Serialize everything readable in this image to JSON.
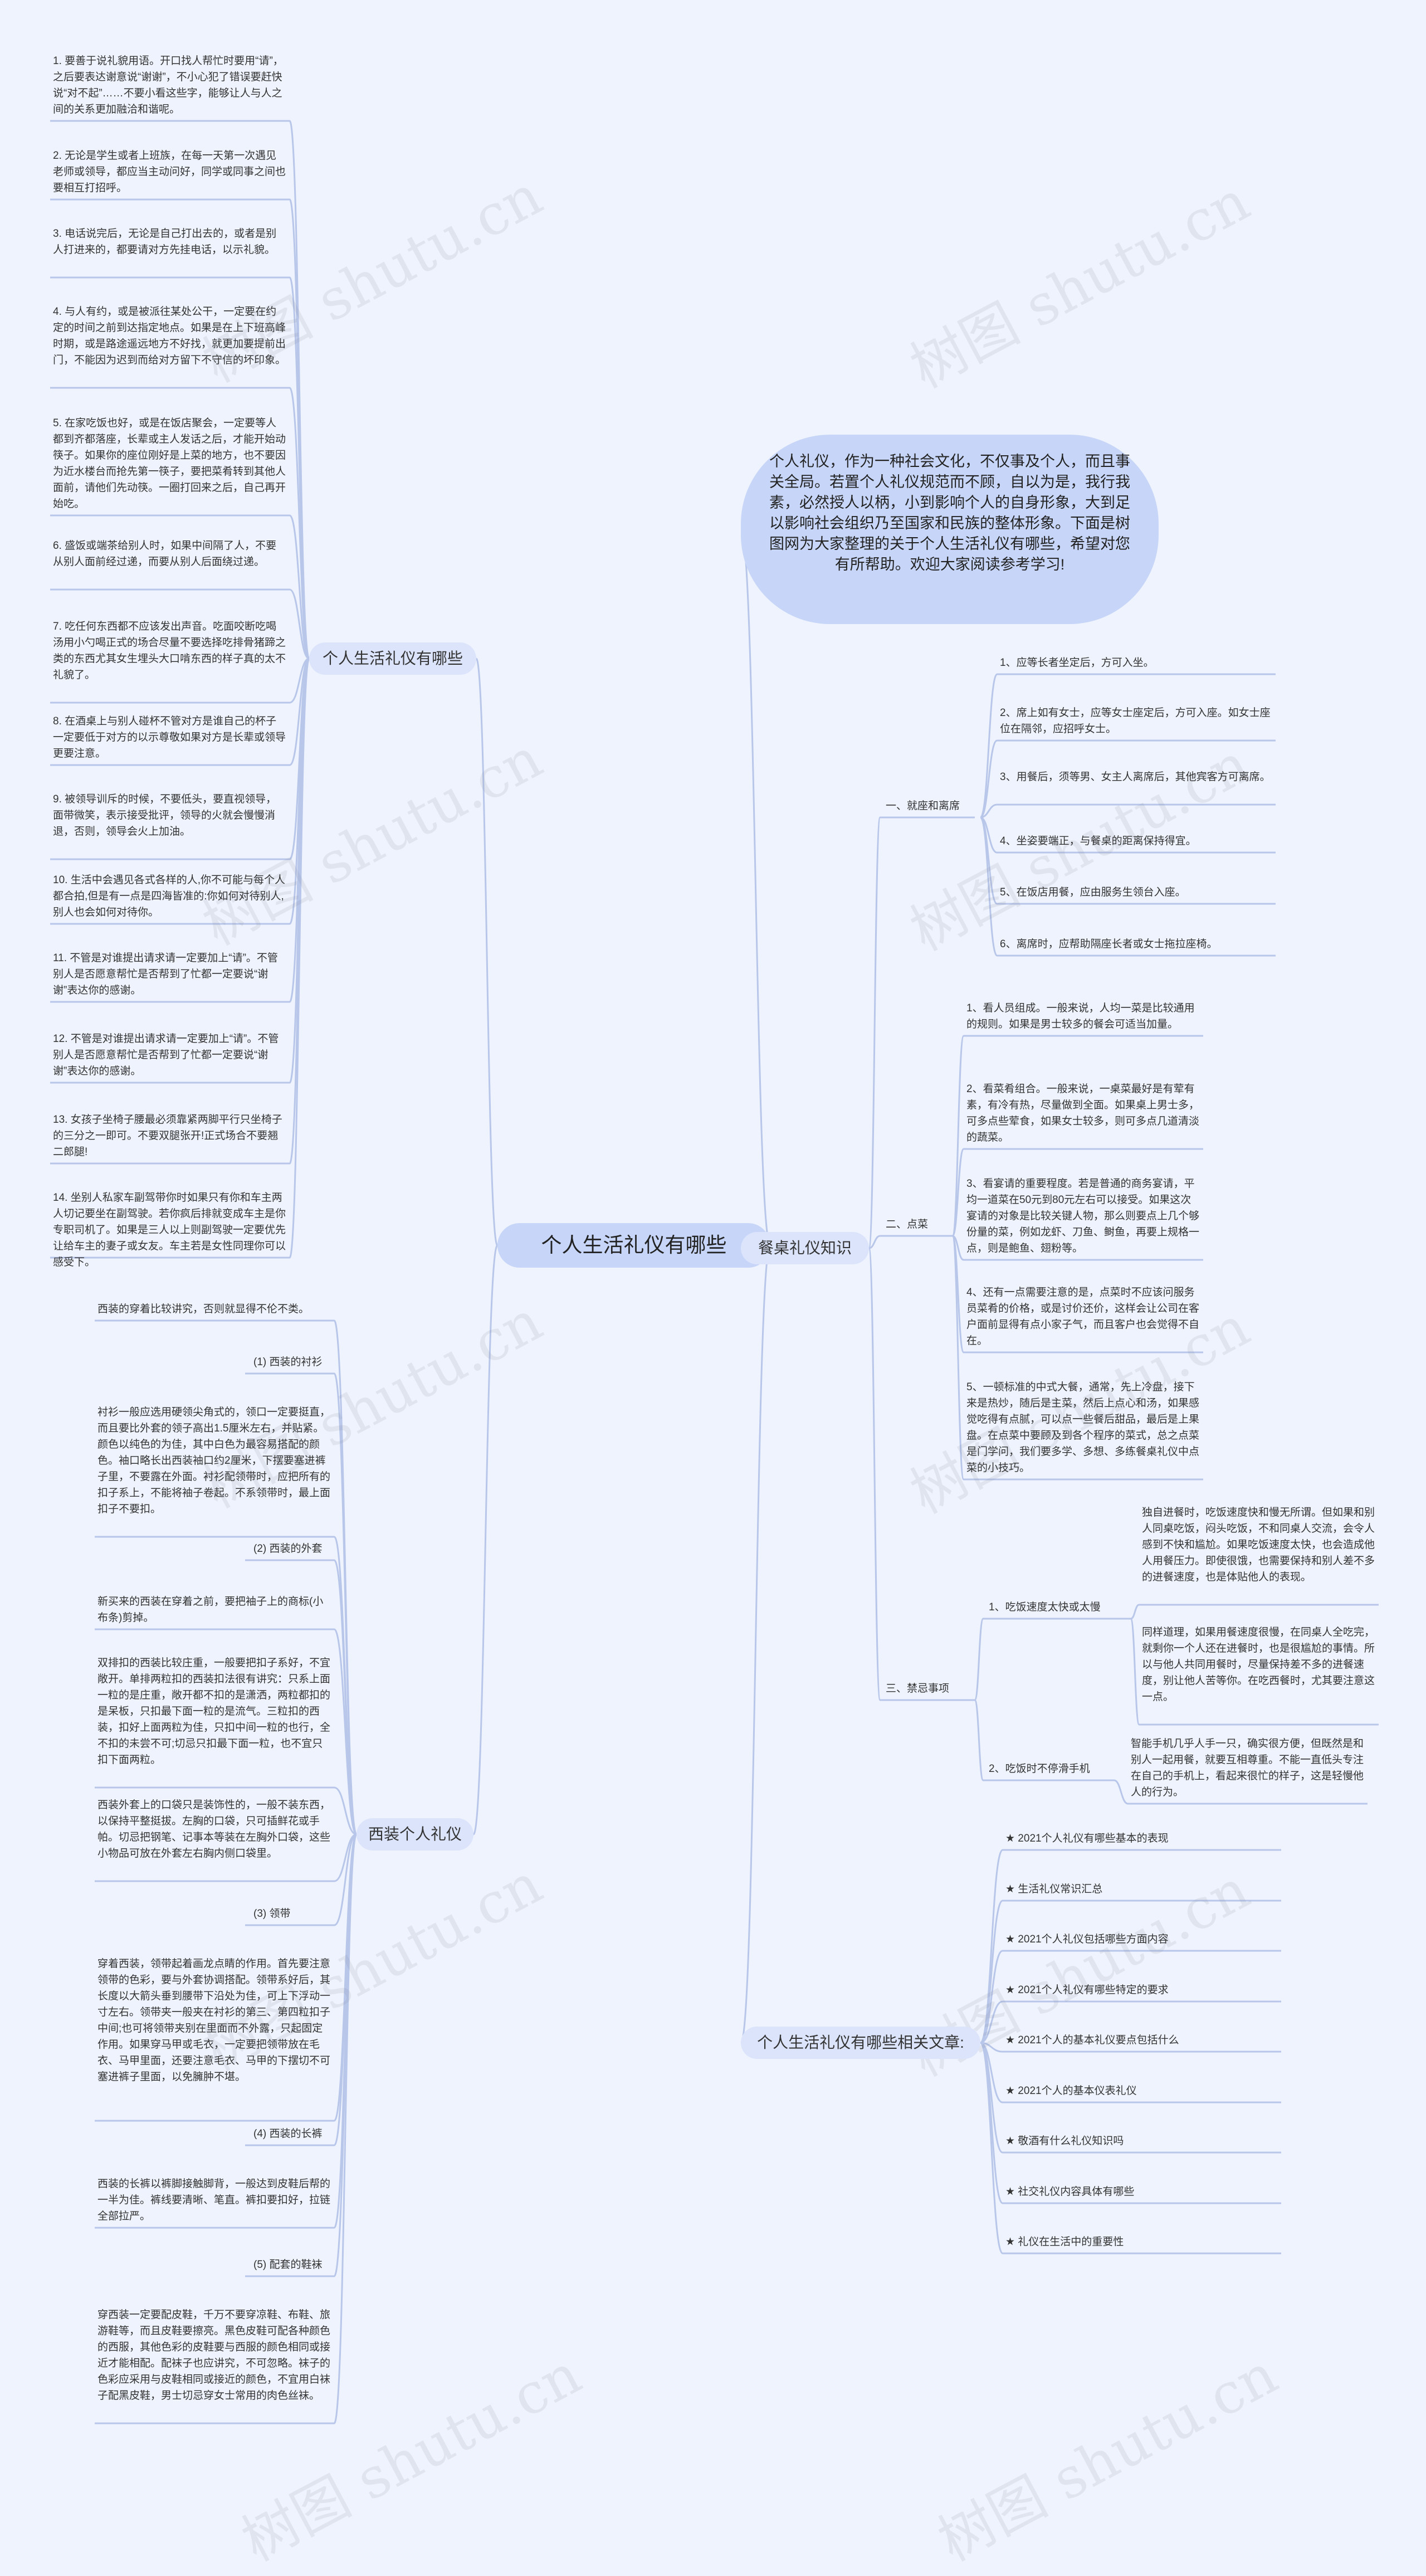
{
  "root": "个人生活礼仪有哪些",
  "intro": "个人礼仪，作为一种社会文化，不仅事及个人，而且事关全局。若置个人礼仪规范而不顾，自以为是，我行我素，必然授人以柄，小到影响个人的自身形象，大到足以影响社会组织乃至国家和民族的整体形象。下面是树图网为大家整理的关于个人生活礼仪有哪些，希望对您有所帮助。欢迎大家阅读参考学习!",
  "watermark": "树图 shutu.cn",
  "left1": {
    "label": "个人生活礼仪有哪些",
    "items": [
      "1. 要善于说礼貌用语。开口找人帮忙时要用“请”，之后要表达谢意说“谢谢”，不小心犯了错误要赶快说“对不起”……不要小看这些字，能够让人与人之间的关系更加融洽和谐呢。",
      "2. 无论是学生或者上班族，在每一天第一次遇见老师或领导，都应当主动问好，同学或同事之间也要相互打招呼。",
      "3. 电话说完后，无论是自己打出去的，或者是别人打进来的，都要请对方先挂电话，以示礼貌。",
      "4. 与人有约，或是被派往某处公干，一定要在约定的时间之前到达指定地点。如果是在上下班高峰时期，或是路途遥远地方不好找，就更加要提前出门，不能因为迟到而给对方留下不守信的坏印象。",
      "5. 在家吃饭也好，或是在饭店聚会，一定要等人都到齐都落座，长辈或主人发话之后，才能开始动筷子。如果你的座位刚好是上菜的地方，也不要因为近水楼台而抢先第一筷子，要把菜肴转到其他人面前，请他们先动筷。一圈打回来之后，自己再开始吃。",
      "6. 盛饭或端茶给别人时，如果中间隔了人，不要从别人面前经过递，而要从别人后面绕过递。",
      "7. 吃任何东西都不应该发出声音。吃面咬断吃喝汤用小勺喝正式的场合尽量不要选择吃排骨猪蹄之类的东西尤其女生埋头大口啃东西的样子真的太不礼貌了。",
      "8. 在酒桌上与别人碰杯不管对方是谁自己的杯子一定要低于对方的以示尊敬如果对方是长辈或领导更要注意。",
      "9. 被领导训斥的时候，不要低头，要直视领导，面带微笑，表示接受批评，领导的火就会慢慢消退，否则，领导会火上加油。",
      "10. 生活中会遇见各式各样的人,你不可能与每个人都合拍,但是有一点是四海皆准的:你如何对待别人,别人也会如何对待你。",
      "11. 不管是对谁提出请求请一定要加上“请”。不管别人是否愿意帮忙是否帮到了忙都一定要说“谢谢”表达你的感谢。",
      "12. 不管是对谁提出请求请一定要加上“请”。不管别人是否愿意帮忙是否帮到了忙都一定要说“谢谢”表达你的感谢。",
      "13. 女孩子坐椅子腰最必须靠紧两脚平行只坐椅子的三分之一即可。不要双腿张开!正式场合不要翘二郎腿!",
      "14. 坐别人私家车副驾带你时如果只有你和车主两人切记要坐在副驾驶。若你疯后排就变成车主是你专职司机了。如果是三人以上则副驾驶一定要优先让给车主的妻子或女友。车主若是女性同理你可以感受下。"
    ]
  },
  "left2": {
    "label": "西装个人礼仪",
    "items": [
      "西装的穿着比较讲究，否则就显得不伦不类。",
      "(1) 西装的衬衫",
      "衬衫一般应选用硬领尖角式的，领口一定要挺直，而且要比外套的领子高出1.5厘米左右，并贴紧。颜色以纯色的为佳，其中白色为最容易搭配的颜色。袖口略长出西装袖口约2厘米，下摆要塞进裤子里，不要露在外面。衬衫配领带时，应把所有的扣子系上，不能将袖子卷起。不系领带时，最上面扣子不要扣。",
      "(2) 西装的外套",
      "新买来的西装在穿着之前，要把袖子上的商标(小布条)剪掉。",
      "双排扣的西装比较庄重，一般要把扣子系好，不宜敞开。单排两粒扣的西装扣法很有讲究：只系上面一粒的是庄重，敞开都不扣的是潇洒，两粒都扣的是呆板，只扣最下面一粒的是流气。三粒扣的西装，扣好上面两粒为佳，只扣中间一粒的也行，全不扣的未尝不可;切忌只扣最下面一粒，也不宜只扣下面两粒。",
      "西装外套上的口袋只是装饰性的，一般不装东西，以保持平整挺拔。左胸的口袋，只可插鲜花或手帕。切忌把钢笔、记事本等装在左胸外口袋，这些小物品可放在外套左右胸内侧口袋里。",
      "(3) 领带",
      "穿着西装，领带起着画龙点睛的作用。首先要注意领带的色彩，要与外套协调搭配。领带系好后，其长度以大箭头垂到腰带下沿处为佳，可上下浮动一寸左右。领带夹一般夹在衬衫的第三、第四粒扣子中间;也可将领带夹别在里面而不外露，只起固定作用。如果穿马甲或毛衣，一定要把领带放在毛衣、马甲里面，还要注意毛衣、马甲的下摆切不可塞进裤子里面，以免臃肿不堪。",
      "(4) 西装的长裤",
      "西装的长裤以裤脚接触脚背，一般达到皮鞋后帮的一半为佳。裤线要清晰、笔直。裤扣要扣好，拉链全部拉严。",
      "(5) 配套的鞋袜",
      "穿西装一定要配皮鞋，千万不要穿凉鞋、布鞋、旅游鞋等，而且皮鞋要擦亮。黑色皮鞋可配各种颜色的西服，其他色彩的皮鞋要与西服的颜色相同或接近才能相配。配袜子也应讲究，不可忽略。袜子的色彩应采用与皮鞋相同或接近的颜色，不宜用白袜子配黑皮鞋，男士切忌穿女士常用的肉色丝袜。"
    ]
  },
  "right1": {
    "label": "餐桌礼仪知识",
    "groups": [
      {
        "label": "一、就座和离席",
        "items": [
          "1、应等长者坐定后，方可入坐。",
          "2、席上如有女士，应等女士座定后，方可入座。如女士座位在隔邻，应招呼女士。",
          "3、用餐后，须等男、女主人离席后，其他宾客方可离席。",
          "4、坐姿要端正，与餐桌的距离保持得宜。",
          "5、在饭店用餐，应由服务生领台入座。",
          "6、离席时，应帮助隔座长者或女士拖拉座椅。"
        ]
      },
      {
        "label": "二、点菜",
        "items": [
          "1、看人员组成。一般来说，人均一菜是比较通用的规则。如果是男士较多的餐会可适当加量。",
          "2、看菜肴组合。一般来说，一桌菜最好是有荤有素，有冷有热，尽量做到全面。如果桌上男士多，可多点些荤食，如果女士较多，则可多点几道清淡的蔬菜。",
          "3、看宴请的重要程度。若是普通的商务宴请，平均一道菜在50元到80元左右可以接受。如果这次宴请的对象是比较关键人物，那么则要点上几个够份量的菜，例如龙虾、刀鱼、鲥鱼，再要上规格一点，则是鲍鱼、翅粉等。",
          "4、还有一点需要注意的是，点菜时不应该问服务员菜肴的价格，或是讨价还价，这样会让公司在客户面前显得有点小家子气，而且客户也会觉得不自在。",
          "5、一顿标准的中式大餐，通常，先上冷盘，接下来是热炒，随后是主菜，然后上点心和汤，如果感觉吃得有点腻，可以点一些餐后甜品，最后是上果盘。在点菜中要顾及到各个程序的菜式，总之点菜是门学问，我们要多学、多想、多练餐桌礼仪中点菜的小技巧。"
        ]
      },
      {
        "label": "三、禁忌事项",
        "subs": [
          {
            "label": "1、吃饭速度太快或太慢",
            "items": [
              "独自进餐时，吃饭速度快和慢无所谓。但如果和别人同桌吃饭，闷头吃饭，不和同桌人交流，会令人感到不快和尴尬。如果吃饭速度太快，也会造成他人用餐压力。即使很饿，也需要保持和别人差不多的进餐速度，也是体贴他人的表现。",
              "同样道理，如果用餐速度很慢，在同桌人全吃完，就剩你一个人还在进餐时，也是很尴尬的事情。所以与他人共同用餐时，尽量保持差不多的进餐速度，别让他人苦等你。在吃西餐时，尤其要注意这一点。"
            ]
          },
          {
            "label": "2、吃饭时不停滑手机",
            "items": [
              "智能手机几乎人手一只，确实很方便，但既然是和别人一起用餐，就要互相尊重。不能一直低头专注在自己的手机上，看起来很忙的样子，这是轻慢他人的行为。"
            ]
          }
        ]
      }
    ]
  },
  "right2": {
    "label": "个人生活礼仪有哪些相关文章:",
    "items": [
      "★ 2021个人礼仪有哪些基本的表现",
      "★ 生活礼仪常识汇总",
      "★ 2021个人礼仪包括哪些方面内容",
      "★ 2021个人礼仪有哪些特定的要求",
      "★ 2021个人的基本礼仪要点包括什么",
      "★ 2021个人的基本仪表礼仪",
      "★ 敬酒有什么礼仪知识吗",
      "★ 社交礼仪内容具体有哪些",
      "★ 礼仪在生活中的重要性"
    ]
  }
}
